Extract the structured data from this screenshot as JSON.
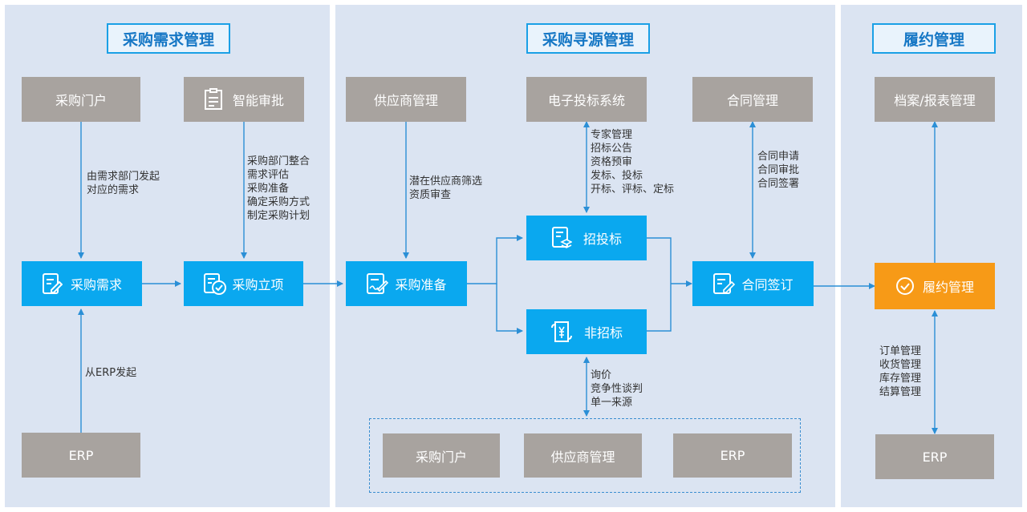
{
  "sections": {
    "demand": "采购需求管理",
    "sourcing": "采购寻源管理",
    "fulfillment": "履约管理"
  },
  "nodes": {
    "portal_top": "采购门户",
    "smart_approval": "智能审批",
    "supplier_mgmt_top": "供应商管理",
    "e_bidding": "电子投标系统",
    "contract_mgmt": "合同管理",
    "archive_report": "档案/报表管理",
    "purchase_demand": "采购需求",
    "purchase_project": "采购立项",
    "purchase_prep": "采购准备",
    "tender": "招投标",
    "non_tender": "非招标",
    "contract_sign": "合同签订",
    "fulfill": "履约管理",
    "erp_left": "ERP",
    "portal_bottom": "采购门户",
    "supplier_mgmt_bottom": "供应商管理",
    "erp_bottom": "ERP",
    "erp_right": "ERP"
  },
  "notes": {
    "demand_dept": [
      "由需求部门发起",
      "对应的需求"
    ],
    "from_erp": [
      "从ERP发起"
    ],
    "approval_steps": [
      "采购部门整合",
      "需求评估",
      "采购准备",
      "确定采购方式",
      "制定采购计划"
    ],
    "supplier_screen": [
      "潜在供应商筛选",
      "资质审查"
    ],
    "bidding_steps": [
      "专家管理",
      "招标公告",
      "资格预审",
      "发标、投标",
      "开标、评标、定标"
    ],
    "contract_steps": [
      "合同申请",
      "合同审批",
      "合同签署"
    ],
    "non_tender_steps": [
      "询价",
      "竞争性谈判",
      "单一来源"
    ],
    "fulfill_steps": [
      "订单管理",
      "收货管理",
      "库存管理",
      "结算管理"
    ]
  },
  "colors": {
    "panel": "#dbe4f2",
    "grey_box": "#a8a39f",
    "blue_box": "#0aa8ef",
    "orange_box": "#f79a17",
    "arrow": "#2b8fd6"
  }
}
